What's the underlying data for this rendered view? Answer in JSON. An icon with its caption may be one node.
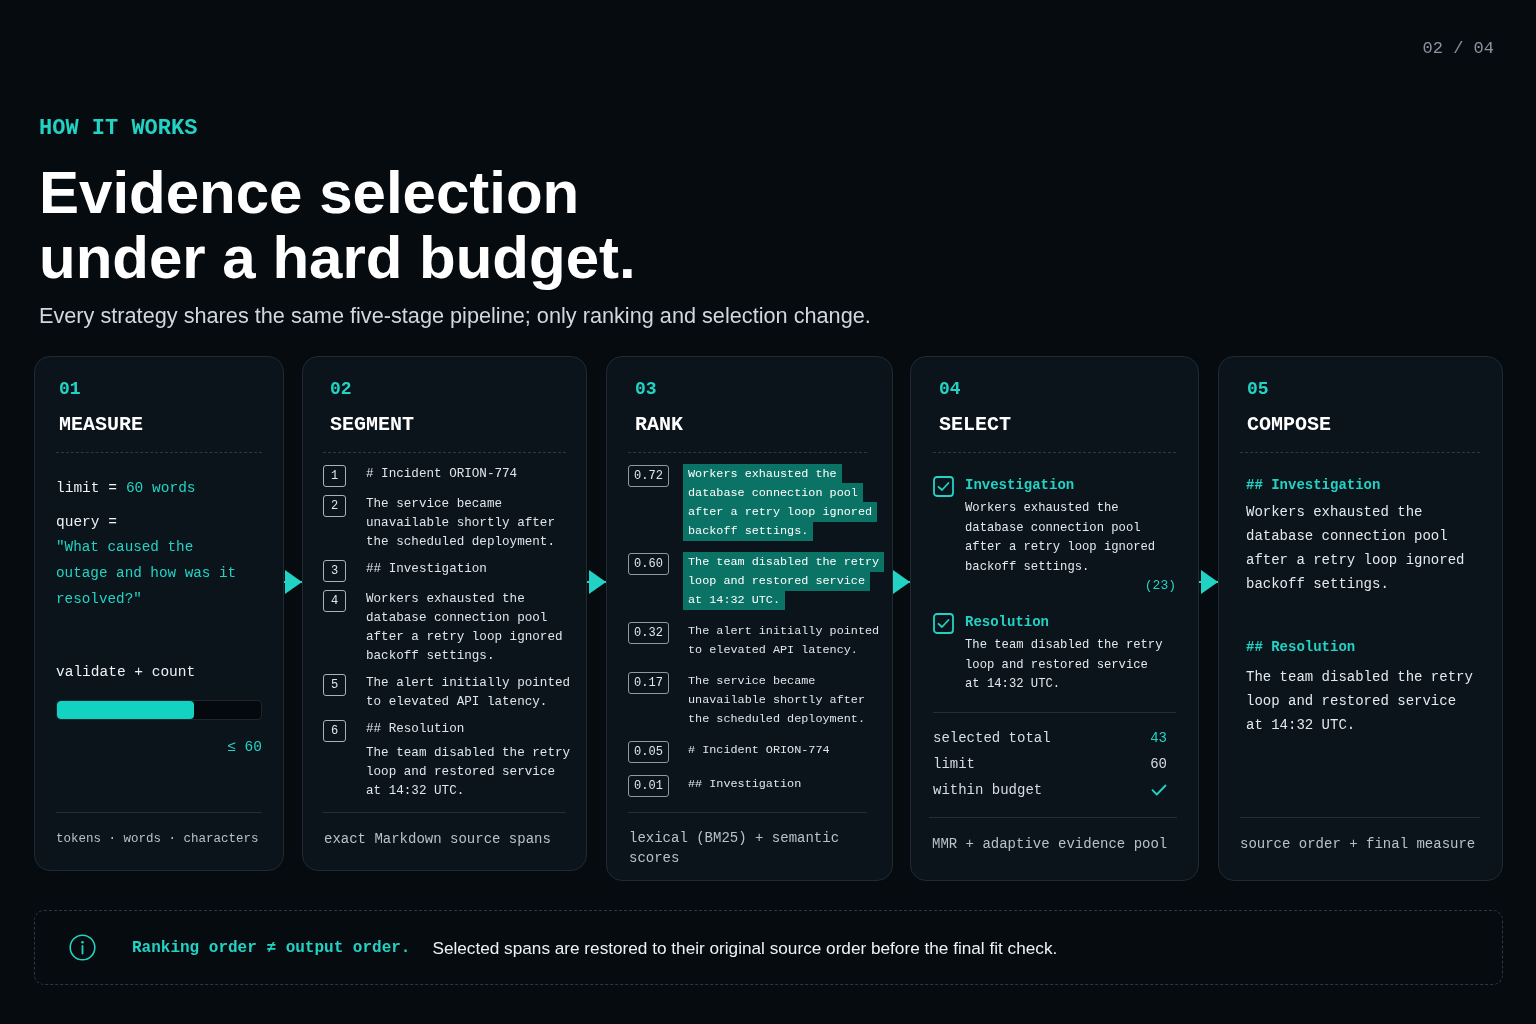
{
  "diagram": {
    "title": "Evidence selection under a hard budget.",
    "nodes": [
      {
        "text": [
          "01",
          "MEASURE",
          "limit =",
          "60 words",
          "query =",
          "\"What caused the outage and how was it resolved?\"",
          "validate + count",
          "≤ 60",
          "tokens · words · characters"
        ]
      },
      {
        "text": [
          "02",
          "SEGMENT",
          "exact Markdown source spans"
        ]
      },
      {
        "text": [
          "1"
        ],
        "in": 1,
        "beside": [
          "# Incident ORION-774"
        ]
      },
      {
        "text": [
          "2"
        ],
        "in": 1,
        "beside": [
          "The service became unavailable shortly after the scheduled deployment."
        ]
      },
      {
        "text": [
          "3"
        ],
        "in": 1,
        "beside": [
          "## Investigation"
        ]
      },
      {
        "text": [
          "4"
        ],
        "in": 1,
        "beside": [
          "Workers exhausted the database connection pool after a retry loop ignored backoff settings."
        ]
      },
      {
        "text": [
          "5"
        ],
        "in": 1,
        "beside": [
          "The alert initially pointed to elevated API latency."
        ]
      },
      {
        "text": [
          "6"
        ],
        "in": 1,
        "beside": [
          "## Resolution",
          "The team disabled the retry loop and restored service at 14:32 UTC."
        ]
      },
      {
        "text": [
          "03",
          "RANK",
          "lexical (BM25) + semantic scores"
        ]
      },
      {
        "text": [
          "0.72"
        ],
        "in": 8,
        "beside": [
          "Workers exhausted the database connection pool after a retry loop ignored backoff settings."
        ]
      },
      {
        "text": [
          "0.60"
        ],
        "in": 8,
        "beside": [
          "The team disabled the retry loop and restored service at 14:32 UTC."
        ]
      },
      {
        "text": [
          "0.32"
        ],
        "in": 8,
        "beside": [
          "The alert initially pointed to elevated API latency."
        ]
      },
      {
        "text": [
          "0.17"
        ],
        "in": 8,
        "beside": [
          "The service became unavailable shortly after the scheduled deployment."
        ]
      },
      {
        "text": [
          "0.05"
        ],
        "in": 8,
        "beside": [
          "# Incident ORION-774"
        ]
      },
      {
        "text": [
          "0.01"
        ],
        "in": 8,
        "beside": [
          "## Investigation"
        ]
      },
      {
        "text": [
          "04",
          "SELECT",
          "Investigation",
          "Workers exhausted the database connection pool after a retry loop ignored backoff settings.",
          "(23)",
          "Resolution",
          "The team disabled the retry loop and restored service at 14:32 UTC.",
          "selected total",
          "43",
          "limit",
          "60",
          "within budget",
          "MMR + adaptive evidence pool"
        ]
      },
      {
        "text": [
          "05",
          "COMPOSE",
          "## Investigation",
          "Workers exhausted the database connection pool after a retry loop ignored backoff settings.",
          "## Resolution",
          "The team disabled the retry loop and restored service at 14:32 UTC.",
          "source order + final measure"
        ]
      },
      {
        "text": [
          "Ranking order ≠ output order.",
          "Selected spans are restored to their original source order before the final fit check."
        ]
      }
    ],
    "edges": [
      {
        "from": 0,
        "to": 1,
        "arrow": "to"
      },
      {
        "from": 1,
        "to": 8,
        "arrow": "to"
      },
      {
        "from": 8,
        "to": 15,
        "arrow": "to"
      },
      {
        "from": 15,
        "to": 16,
        "arrow": "to"
      }
    ],
    "labels": [
      "02 / 04",
      "HOW IT WORKS",
      "Every strategy shares the same five-stage pipeline; only ranking and selection change."
    ]
  }
}
